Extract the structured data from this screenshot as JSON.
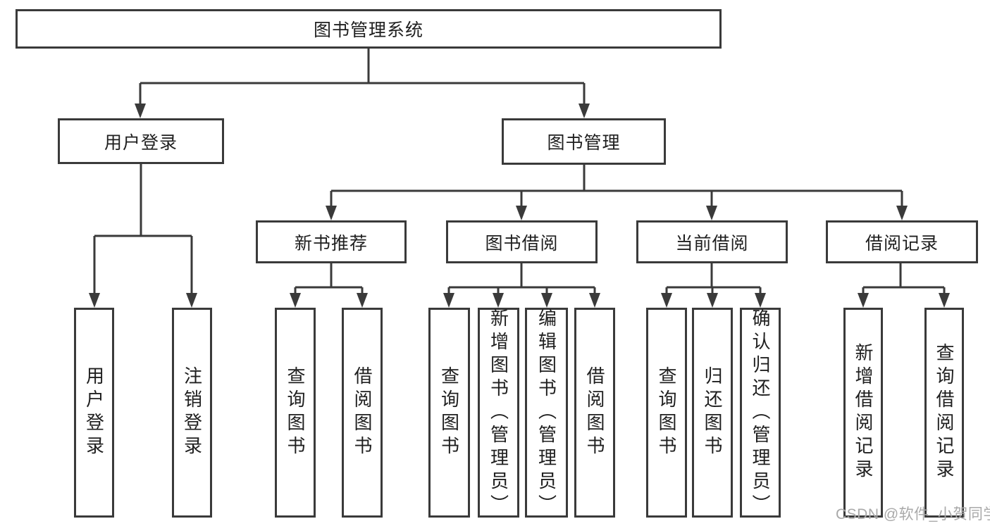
{
  "root": {
    "label": "图书管理系统"
  },
  "login_branch": {
    "label": "用户登录",
    "children": [
      {
        "label": "用户登录"
      },
      {
        "label": "注销登录"
      }
    ]
  },
  "mgmt_branch": {
    "label": "图书管理",
    "groups": [
      {
        "label": "新书推荐",
        "children": [
          {
            "label": "查询图书"
          },
          {
            "label": "借阅图书"
          }
        ]
      },
      {
        "label": "图书借阅",
        "children": [
          {
            "label": "查询图书"
          },
          {
            "label": "新增图书（管理员）"
          },
          {
            "label": "编辑图书（管理员）"
          },
          {
            "label": "借阅图书"
          }
        ]
      },
      {
        "label": "当前借阅",
        "children": [
          {
            "label": "查询图书"
          },
          {
            "label": "归还图书"
          },
          {
            "label": "确认归还（管理员）"
          }
        ]
      },
      {
        "label": "借阅记录",
        "children": [
          {
            "label": "新增借阅记录"
          },
          {
            "label": "查询借阅记录"
          }
        ]
      }
    ]
  },
  "watermark": {
    "text": "CSDN @软件_小贺同学"
  },
  "colors": {
    "line": "#3a3a3a",
    "text": "#1f1f1f",
    "watermark": "#a9a9a9",
    "background": "#ffffff"
  }
}
